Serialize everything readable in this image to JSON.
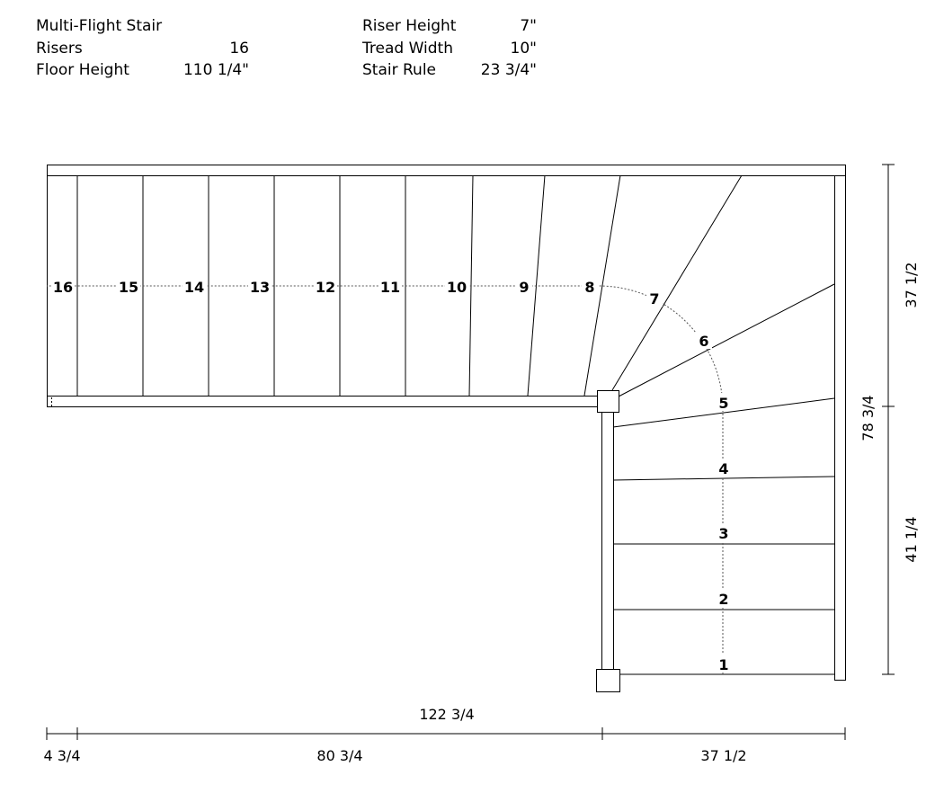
{
  "specs": {
    "title": "Multi-Flight Stair",
    "risers_label": "Risers",
    "risers_value": "16",
    "floor_height_label": "Floor Height",
    "floor_height_value": "110 1/4\"",
    "riser_height_label": "Riser Height",
    "riser_height_value": "7\"",
    "tread_width_label": "Tread Width",
    "tread_width_value": "10\"",
    "stair_rule_label": "Stair Rule",
    "stair_rule_value": "23 3/4\""
  },
  "steps": [
    "1",
    "2",
    "3",
    "4",
    "5",
    "6",
    "7",
    "8",
    "9",
    "10",
    "11",
    "12",
    "13",
    "14",
    "15",
    "16"
  ],
  "dimensions": {
    "total_width": "122 3/4",
    "left_offset": "4 3/4",
    "upper_run": "80 3/4",
    "lower_width": "37 1/2",
    "total_depth": "78 3/4",
    "upper_depth": "37 1/2",
    "lower_run": "41 1/4"
  }
}
